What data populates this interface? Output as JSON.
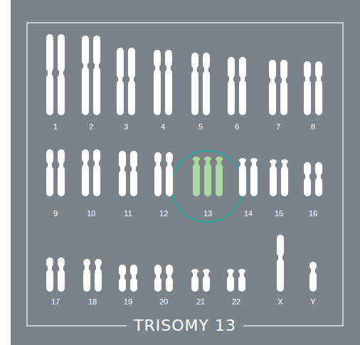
{
  "diagram": {
    "title": "TRISOMY 13",
    "labels": [
      "1",
      "2",
      "3",
      "4",
      "5",
      "6",
      "7",
      "8",
      "9",
      "10",
      "11",
      "12",
      "13",
      "14",
      "15",
      "16",
      "17",
      "18",
      "19",
      "20",
      "21",
      "22",
      "X",
      "Y"
    ]
  }
}
